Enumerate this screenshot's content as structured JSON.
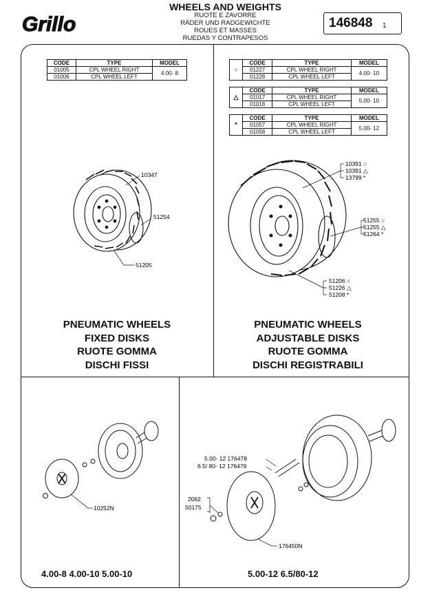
{
  "header": {
    "logo_text": "Grillo",
    "title": "WHEELS AND WEIGHTS",
    "subtitles": [
      "RUOTE E ZAVORRE",
      "RÄDER UND RADGEWICHTE",
      "ROUES ET MASSES",
      "RUEDAS Y CONTRAPESOS"
    ],
    "part_number": "146848",
    "sheet": "1"
  },
  "table_headers": {
    "code": "CODE",
    "type": "TYPE",
    "model": "MODEL"
  },
  "fixed_table": {
    "rows": [
      {
        "code": "01005",
        "type": "CPL WHEEL RIGHT"
      },
      {
        "code": "01006",
        "type": "CPL WHEEL LEFT"
      }
    ],
    "model": "4.00- 8"
  },
  "adjustable_tables": [
    {
      "symbol": "○",
      "rows": [
        {
          "code": "01227",
          "type": "CPL WHEEL RIGHT"
        },
        {
          "code": "01228",
          "type": "CPL WHEEL LEFT"
        }
      ],
      "model": "4.00- 10"
    },
    {
      "symbol": "△",
      "rows": [
        {
          "code": "01017",
          "type": "CPL WHEEL RIGHT"
        },
        {
          "code": "01018",
          "type": "CPL WHEEL LEFT"
        }
      ],
      "model": "5.00- 10"
    },
    {
      "symbol": "*",
      "rows": [
        {
          "code": "01057",
          "type": "CPL WHEEL RIGHT"
        },
        {
          "code": "01058",
          "type": "CPL WHEEL LEFT"
        }
      ],
      "model": "5.00- 12"
    }
  ],
  "fixed_labels": {
    "tyre": "10347",
    "tube": "51254",
    "disk": "51205"
  },
  "adjustable_labels": {
    "group1": [
      "10391 ○",
      "10391 △",
      "13799 *"
    ],
    "group2": [
      "51255 ○",
      "51255 △",
      "51264 *"
    ],
    "group3": [
      "51206 ○",
      "51226 △",
      "51208 *"
    ]
  },
  "caption_fixed": [
    "PNEUMATIC WHEELS",
    "FIXED DISKS",
    "RUOTE GOMMA",
    "DISCHI FISSI"
  ],
  "caption_adjustable": [
    "PNEUMATIC WHEELS",
    "ADJUSTABLE DISKS",
    "RUOTE GOMMA",
    "DISCHI REGISTRABILI"
  ],
  "weight_small": {
    "label": "10252N",
    "sizes": "4.00-8   4.00-10   5.00-10"
  },
  "weight_large": {
    "pins": [
      "5.00- 12 176478",
      "6.5/ 80- 12 176479"
    ],
    "bolts": [
      "2062",
      "50175"
    ],
    "label": "176450N",
    "sizes": "5.00-12   6.5/80-12"
  }
}
